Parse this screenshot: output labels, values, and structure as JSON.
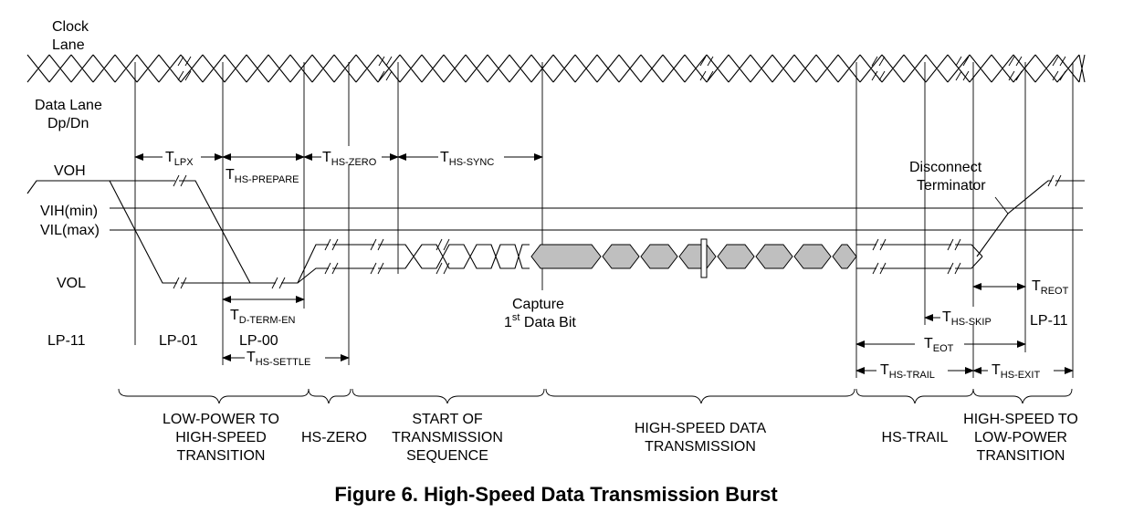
{
  "lanes": {
    "clock_line1": "Clock",
    "clock_line2": "Lane",
    "data_line1": "Data Lane",
    "data_line2": "Dp/Dn"
  },
  "levels": {
    "voh": "VOH",
    "vih": "VIH(min)",
    "vil": "VIL(max)",
    "vol": "VOL"
  },
  "timing": {
    "lpx": {
      "t": "T",
      "s": "LPX"
    },
    "hs_prepare": {
      "t": "T",
      "s": "HS-PREPARE"
    },
    "hs_zero": {
      "t": "T",
      "s": "HS-ZERO"
    },
    "hs_sync": {
      "t": "T",
      "s": "HS-SYNC"
    },
    "d_term_en": {
      "t": "T",
      "s": "D-TERM-EN"
    },
    "hs_settle": {
      "t": "T",
      "s": "HS-SETTLE"
    },
    "reot": {
      "t": "T",
      "s": "REOT"
    },
    "hs_skip": {
      "t": "T",
      "s": "HS-SKIP"
    },
    "eot": {
      "t": "T",
      "s": "EOT"
    },
    "hs_trail": {
      "t": "T",
      "s": "HS-TRAIL"
    },
    "hs_exit": {
      "t": "T",
      "s": "HS-EXIT"
    }
  },
  "states": {
    "lp11_left": "LP-11",
    "lp01": "LP-01",
    "lp00": "LP-00",
    "lp11_right": "LP-11"
  },
  "annotations": {
    "disconnect_line1": "Disconnect",
    "disconnect_line2": "Terminator",
    "capture_line1": "Capture",
    "capture_line2_num": "1",
    "capture_line2_sup": "st",
    "capture_line2_rest": " Data Bit"
  },
  "phases": {
    "lp_to_hs": [
      "LOW-POWER TO",
      "HIGH-SPEED",
      "TRANSITION"
    ],
    "hs_zero": [
      "HS-ZERO"
    ],
    "start_tx": [
      "START OF",
      "TRANSMISSION",
      "SEQUENCE"
    ],
    "hs_data": [
      "HIGH-SPEED DATA",
      "TRANSMISSION"
    ],
    "hs_trail": [
      "HS-TRAIL"
    ],
    "hs_to_lp": [
      "HIGH-SPEED TO",
      "LOW-POWER",
      "TRANSITION"
    ]
  },
  "caption": "Figure 6.  High-Speed Data Transmission Burst"
}
